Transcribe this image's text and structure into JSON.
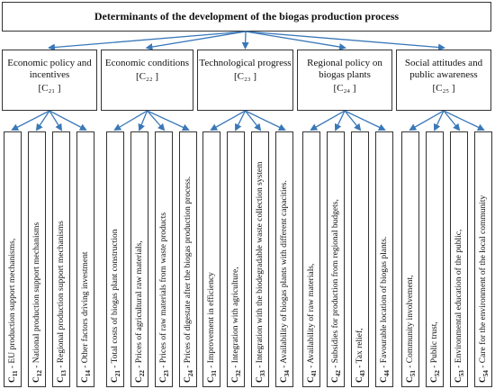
{
  "title": "Determinants of the development of the biogas production process",
  "colors": {
    "arrow": "#3a78b8",
    "border": "#333333"
  },
  "categories": [
    {
      "title": "Economic policy and incentives",
      "code": "[C₂₁ ]",
      "items": [
        {
          "code": "C",
          "sub": "11",
          "text": "  - EU production support mechanisms,"
        },
        {
          "code": "C",
          "sub": "12",
          "text": "  - National production support mechanisms"
        },
        {
          "code": "C",
          "sub": "13",
          "text": "  - Regional production support mechanisms"
        },
        {
          "code": "C",
          "sub": "14",
          "text": "  - Other factors driving investment"
        }
      ]
    },
    {
      "title": "Economic conditions",
      "code": "[C₂₂ ]",
      "items": [
        {
          "code": "C",
          "sub": "21",
          "text": "  - Total costs of biogas plant construction"
        },
        {
          "code": "C",
          "sub": "22",
          "text": "  - Prices of agricultural raw materials,"
        },
        {
          "code": "C",
          "sub": "23",
          "text": "  - Prices of raw materials from waste products"
        },
        {
          "code": "C",
          "sub": "24",
          "text": "  - Prices of digestate after the biogas production process."
        }
      ]
    },
    {
      "title": "Technological progress",
      "code": "[C₂₃ ]",
      "items": [
        {
          "code": "C",
          "sub": "31",
          "text": "  - Improvement in efficiency"
        },
        {
          "code": "C",
          "sub": "32",
          "text": "  - Integration with agriculture,"
        },
        {
          "code": "C",
          "sub": "33",
          "text": "  - Integration with the biodegradable waste collection system"
        },
        {
          "code": "C",
          "sub": "34",
          "text": "  - Availability of biogas plants with different capacities."
        }
      ]
    },
    {
      "title": "Regional policy on biogas plants",
      "code": "[C₂₄ ]",
      "items": [
        {
          "code": "C",
          "sub": "41",
          "text": "  - Availability of raw materials,"
        },
        {
          "code": "C",
          "sub": "42",
          "text": "  - Subsidies for production from regional budgets,"
        },
        {
          "code": "C",
          "sub": "43",
          "text": "  - Tax relief,"
        },
        {
          "code": "C",
          "sub": "44",
          "text": "  - Favourable location of biogas plants."
        }
      ]
    },
    {
      "title": "Social attitudes and public awareness",
      "code": "[C₂₅ ]",
      "items": [
        {
          "code": "C",
          "sub": "51",
          "text": "  - Community involvement,"
        },
        {
          "code": "C",
          "sub": "52",
          "text": "  - Public trust,"
        },
        {
          "code": "C",
          "sub": "53",
          "text": "  - Environmental education of the public,"
        },
        {
          "code": "C",
          "sub": "54",
          "text": "  - Care for the environment of the local community"
        }
      ]
    }
  ]
}
